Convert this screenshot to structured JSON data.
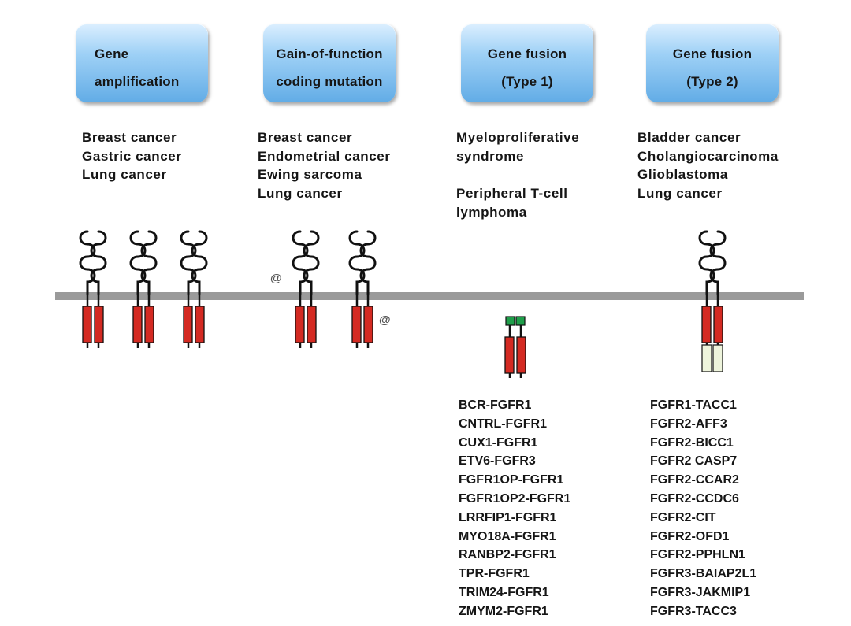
{
  "headers": [
    {
      "line1": "Gene",
      "line2": "amplification"
    },
    {
      "line1": "Gain-of-function",
      "line2": "coding mutation"
    },
    {
      "line1": "Gene  fusion",
      "line2": "(Type  1)"
    },
    {
      "line1": "Gene  fusion",
      "line2": "(Type  2)"
    }
  ],
  "cancers": [
    [
      "Breast  cancer",
      "Gastric  cancer",
      "Lung  cancer"
    ],
    [
      "Breast  cancer",
      "Endometrial  cancer",
      "Ewing  sarcoma",
      "Lung  cancer"
    ],
    [
      "Myeloproliferative",
      "syndrome",
      "",
      "Peripheral  T-cell",
      "lymphoma"
    ],
    [
      "Bladder  cancer",
      "Cholangiocarcinoma",
      "Glioblastoma",
      "Lung  cancer"
    ]
  ],
  "mutation_marker": "@",
  "fusion_partners": {
    "type1": [
      "BCR-FGFR1",
      "CNTRL-FGFR1",
      "CUX1-FGFR1",
      "ETV6-FGFR3",
      "FGFR1OP-FGFR1",
      "FGFR1OP2-FGFR1",
      "LRRFIP1-FGFR1",
      "MYO18A-FGFR1",
      "RANBP2-FGFR1",
      "TPR-FGFR1",
      "TRIM24-FGFR1",
      "ZMYM2-FGFR1"
    ],
    "type2": [
      "FGFR1-TACC1",
      "FGFR2-AFF3",
      "FGFR2-BICC1",
      "FGFR2 CASP7",
      "FGFR2-CCAR2",
      "FGFR2-CCDC6",
      "FGFR2-CIT",
      "FGFR2-OFD1",
      "FGFR2-PPHLN1",
      "FGFR3-BAIAP2L1",
      "FGFR3-JAKMIP1",
      "FGFR3-TACC3"
    ]
  },
  "colors": {
    "header_top": "#dcefff",
    "header_bottom": "#62ace6",
    "membrane": "#9a9a9a",
    "kinase": "#d42a22",
    "kinase_outline": "#111111",
    "dimer_domain": "#1f9e4a",
    "partner_domain": "#eef4dc",
    "text": "#151515"
  }
}
